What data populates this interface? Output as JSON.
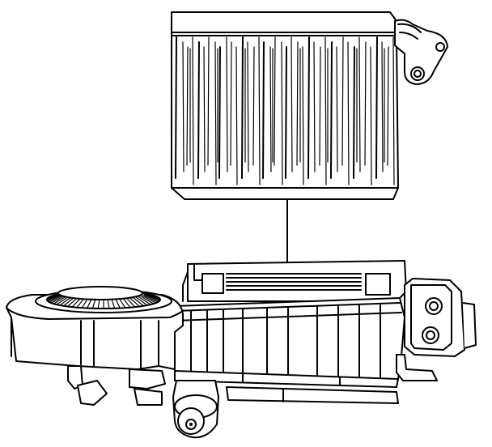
{
  "diagram": {
    "subject": "evaporator-core-and-hvac-module-housing",
    "colors": {
      "line": "#000000",
      "background": "#ffffff"
    },
    "components": [
      "evaporator-core",
      "evaporator-core-mounting-bracket",
      "hvac-module-housing",
      "blower-motor-ring",
      "actuator-mount",
      "housing-lower-fitting"
    ],
    "label": ""
  }
}
